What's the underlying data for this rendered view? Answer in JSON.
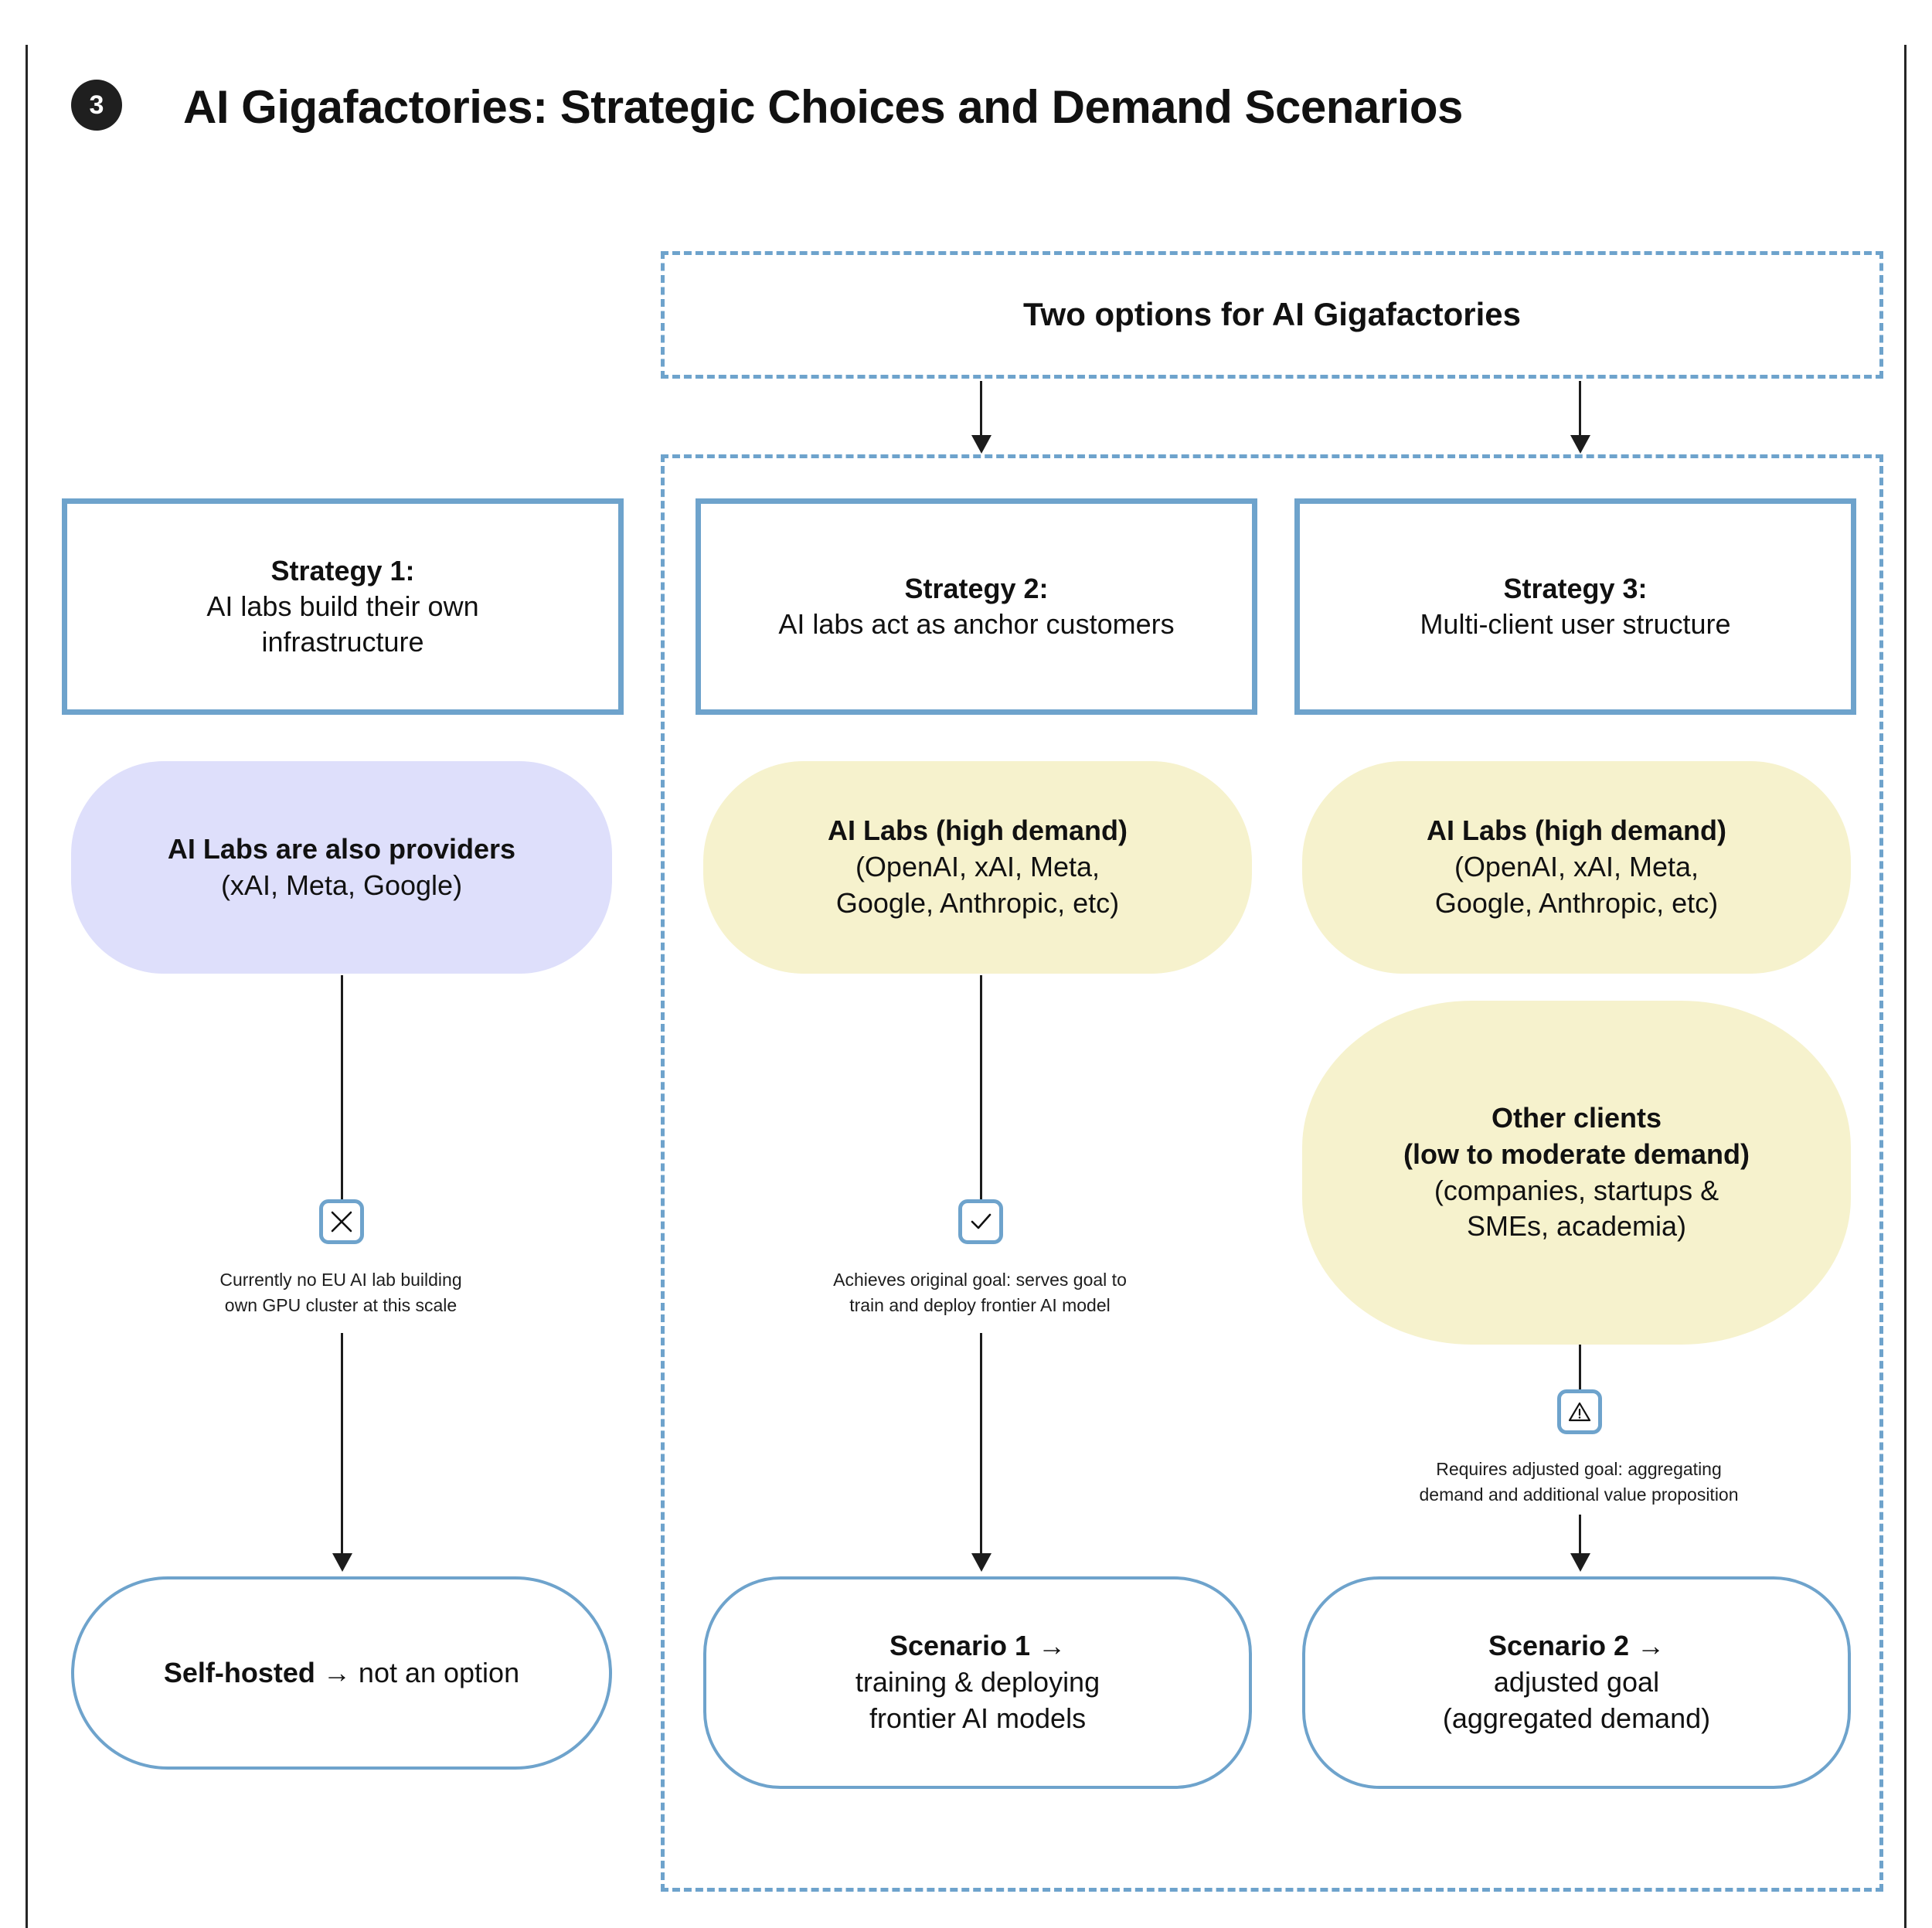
{
  "header": {
    "badge_number": "3",
    "title": "AI Gigafactories: Strategic Choices and Demand Scenarios"
  },
  "group": {
    "title": "Two options for AI Gigafactories"
  },
  "strategies": [
    {
      "title": "Strategy 1:",
      "description_line1": "AI labs build their own",
      "description_line2": "infrastructure"
    },
    {
      "title": "Strategy 2:",
      "description_line1": "AI labs act as anchor customers",
      "description_line2": ""
    },
    {
      "title": "Strategy 3:",
      "description_line1": "Multi-client user structure",
      "description_line2": ""
    }
  ],
  "actors": {
    "col1": {
      "title": "AI Labs are also providers",
      "sub_line1": "(xAI, Meta, Google)"
    },
    "col2": {
      "title": "AI Labs (high demand)",
      "sub_line1": "(OpenAI, xAI, Meta,",
      "sub_line2": "Google, Anthropic, etc)"
    },
    "col3_primary": {
      "title": "AI Labs (high demand)",
      "sub_line1": "(OpenAI, xAI, Meta,",
      "sub_line2": "Google, Anthropic, etc)"
    },
    "col3_secondary": {
      "title_line1": "Other clients",
      "title_line2": "(low to moderate demand)",
      "sub_line1": "(companies, startups &",
      "sub_line2": "SMEs, academia)"
    }
  },
  "markers": [
    {
      "icon": "cross-icon",
      "caption_line1": "Currently no EU AI lab building",
      "caption_line2": "own GPU cluster at this scale"
    },
    {
      "icon": "check-icon",
      "caption_line1": "Achieves original goal: serves goal to",
      "caption_line2": "train and deploy frontier AI model"
    },
    {
      "icon": "warning-icon",
      "caption_line1": "Requires adjusted goal: aggregating",
      "caption_line2": "demand and additional value proposition"
    }
  ],
  "outcomes": [
    {
      "bold": "Self-hosted",
      "arrow": " → ",
      "rest": "not an option",
      "line2": "",
      "line3": ""
    },
    {
      "bold": "Scenario 1 →",
      "arrow": "",
      "rest": "",
      "line2": "training & deploying",
      "line3": "frontier AI models"
    },
    {
      "bold": "Scenario 2 →",
      "arrow": "",
      "rest": "",
      "line2": "adjusted goal",
      "line3": "(aggregated demand)"
    }
  ],
  "colors": {
    "accent_blue": "#6ea3cc",
    "fill_purple": "#dedffb",
    "fill_yellow": "#f6f2cd",
    "ink": "#111111"
  }
}
